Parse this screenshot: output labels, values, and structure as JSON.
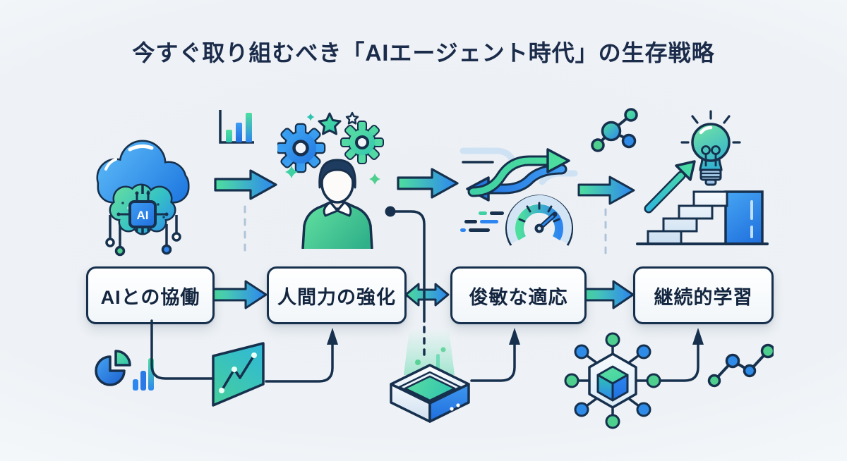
{
  "title": "今すぐ取り組むべき「AIエージェント時代」の生存戦略",
  "steps": [
    {
      "label": "AIとの協働"
    },
    {
      "label": "人間力の強化"
    },
    {
      "label": "俊敏な適応"
    },
    {
      "label": "継続的学習"
    }
  ],
  "ai_chip_label": "AI",
  "icons": {
    "top_row": [
      "ai-cloud-brain-icon",
      "mini-bar-chart-icon",
      "human-with-gears-icon",
      "shuffle-arrows-gauge-icon",
      "molecule-icon",
      "growth-stairs-lightbulb-icon"
    ],
    "bottom_row": [
      "pie-chart-bars-icon",
      "trend-line-panel-icon",
      "hologram-projector-icon",
      "hexagon-network-cube-icon",
      "zigzag-nodes-icon"
    ],
    "flow_arrows": [
      "right",
      "right",
      "right",
      "right",
      "bidirectional",
      "right"
    ]
  },
  "connectors": [
    "AIとの協働 → trend-line-panel → 人間力の強化",
    "human-icon → hologram-projector → 俊敏な適応",
    "hexagon-network → 継続的学習"
  ],
  "colors": {
    "navy": "#16304d",
    "title_text": "#1b2b4a",
    "blue": "#2e86f0",
    "deep_blue": "#1f6fdd",
    "green": "#4edf9e",
    "teal": "#2fc4b0",
    "light_blue": "#cfe2f4",
    "background": "#eef1f5",
    "box_fill": "#ffffff"
  }
}
